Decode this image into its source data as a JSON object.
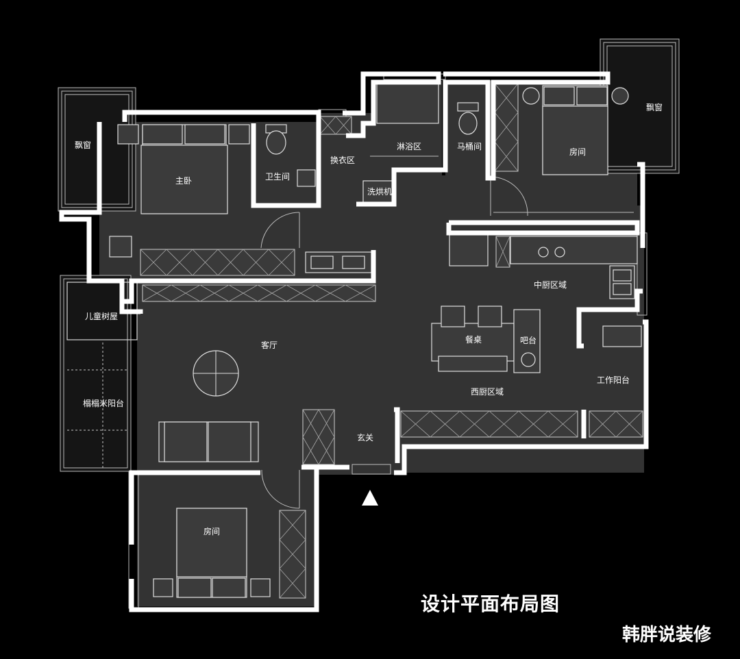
{
  "plan": {
    "title": "设计平面布局图",
    "watermark": "韩胖说装修"
  },
  "rooms": {
    "bay_window_left": "飘窗",
    "master_bedroom": "主卧",
    "bathroom": "卫生间",
    "dressing": "换衣区",
    "shower": "淋浴区",
    "laundry": "洗烘机",
    "toilet": "马桶间",
    "bedroom_ne": "房间",
    "bay_window_right": "飘窗",
    "kids_treehouse": "儿童树屋",
    "tatami_balcony": "榻榻米阳台",
    "living_room": "客厅",
    "chinese_kitchen": "中厨区域",
    "dining_table": "餐桌",
    "bar": "吧台",
    "work_balcony": "工作阳台",
    "western_kitchen": "西厨区域",
    "entrance": "玄关",
    "bedroom_s": "房间"
  },
  "icons": {
    "entrance_marker": "entrance-arrow-icon"
  }
}
